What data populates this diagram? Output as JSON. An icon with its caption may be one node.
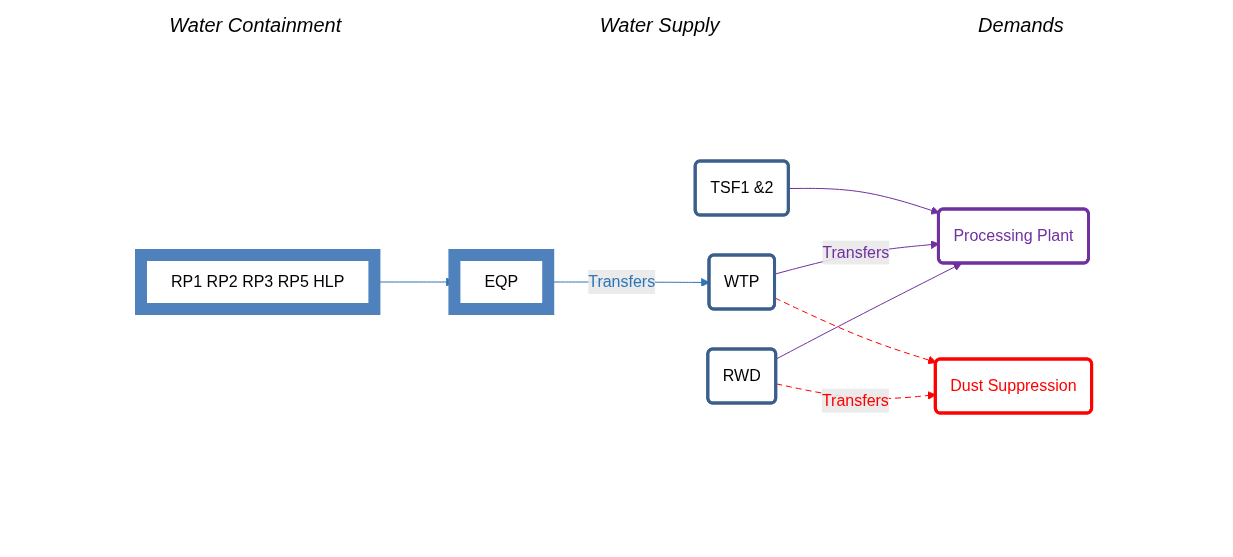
{
  "diagram": {
    "nodes": [
      {
        "text": [
          "RP1 RP2 RP3 RP5 HLP"
        ]
      },
      {
        "text": [
          "EQP"
        ]
      },
      {
        "text": [
          "TSF1 &2"
        ]
      },
      {
        "text": [
          "WTP"
        ]
      },
      {
        "text": [
          "RWD"
        ]
      },
      {
        "text": [
          "Processing Plant"
        ]
      },
      {
        "text": [
          "Dust Suppression"
        ]
      }
    ],
    "edges": [
      {
        "from": 0,
        "to": 1,
        "arrow": "to",
        "color": "#2e75b6"
      },
      {
        "from": 1,
        "to": 3,
        "arrow": "to",
        "label": "Transfers",
        "color": "#2e75b6"
      },
      {
        "from": 2,
        "to": 5,
        "arrow": "to",
        "color": "#7030a0"
      },
      {
        "from": 3,
        "to": 5,
        "arrow": "to",
        "label": "Transfers",
        "color": "#7030a0"
      },
      {
        "from": 4,
        "to": 5,
        "arrow": "to",
        "color": "#7030a0"
      },
      {
        "from": 3,
        "to": 6,
        "arrow": "to",
        "style": "dashed",
        "color": "#ff0000"
      },
      {
        "from": 4,
        "to": 6,
        "arrow": "to",
        "label": "Transfers",
        "style": "dashed",
        "color": "#ff0000"
      }
    ],
    "labels": [
      "Water Containment",
      "Water Supply",
      "Demands"
    ]
  }
}
